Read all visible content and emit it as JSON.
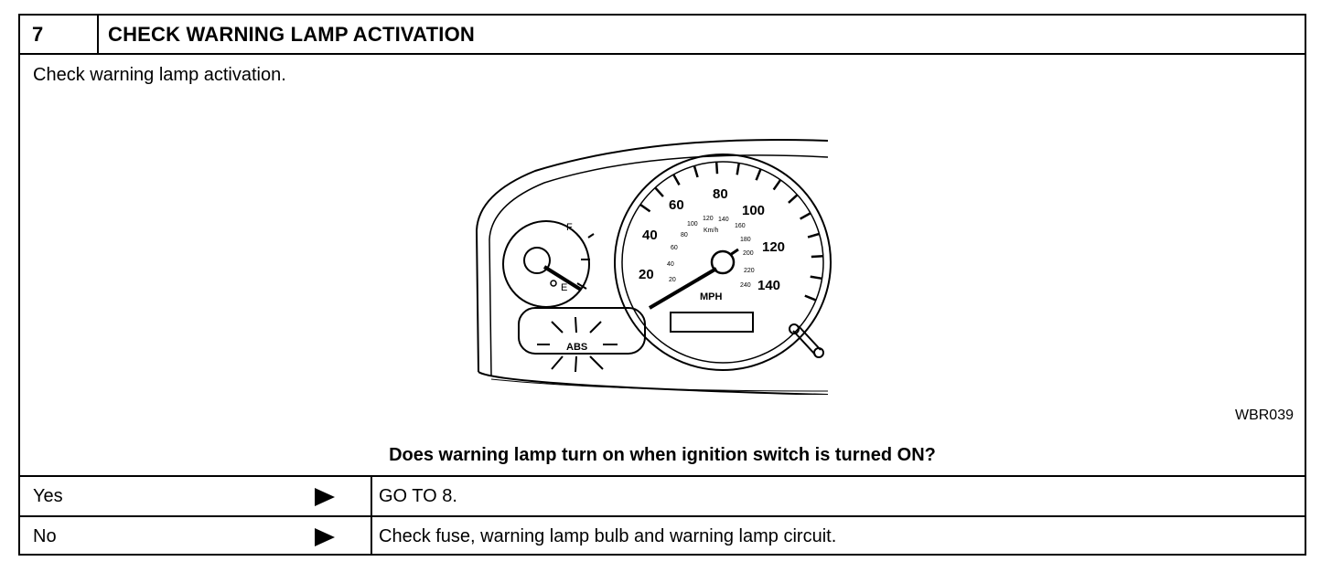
{
  "header": {
    "step_number": "7",
    "title": "CHECK WARNING LAMP ACTIVATION"
  },
  "instruction": "Check warning lamp activation.",
  "figure": {
    "id": "WBR039",
    "speed_labels_mph": [
      "20",
      "40",
      "60",
      "80",
      "100",
      "120",
      "140"
    ],
    "speed_labels_kmh": [
      "20",
      "40",
      "60",
      "80",
      "100",
      "120",
      "140",
      "160",
      "180",
      "200",
      "220",
      "240"
    ],
    "kmh_unit": "Km/h",
    "mph_unit": "MPH",
    "fuel_full": "F",
    "fuel_empty": "E",
    "warning_lamp": "ABS"
  },
  "question": "Does warning lamp turn on when ignition switch is turned ON?",
  "answers": [
    {
      "answer": "Yes",
      "action": "GO TO 8."
    },
    {
      "answer": "No",
      "action": "Check fuse, warning lamp bulb and warning lamp circuit."
    }
  ]
}
